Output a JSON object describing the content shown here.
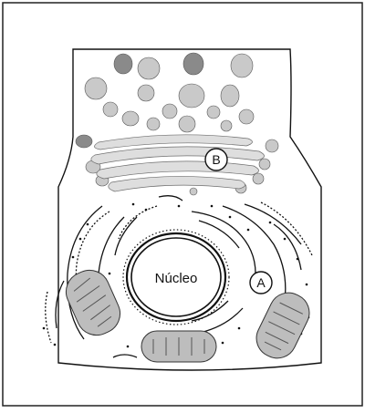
{
  "labels": {
    "nucleus": "Núcleo",
    "marker_a": "A",
    "marker_b": "B"
  },
  "colors": {
    "frame": "#222222",
    "cell_fill": "#ffffff",
    "vesicle": "#c9c9c9",
    "vesicle_dark": "#8a8a8a",
    "golgi": "#dedede",
    "mito_fill": "#bdbdbd",
    "ink": "#111111"
  }
}
